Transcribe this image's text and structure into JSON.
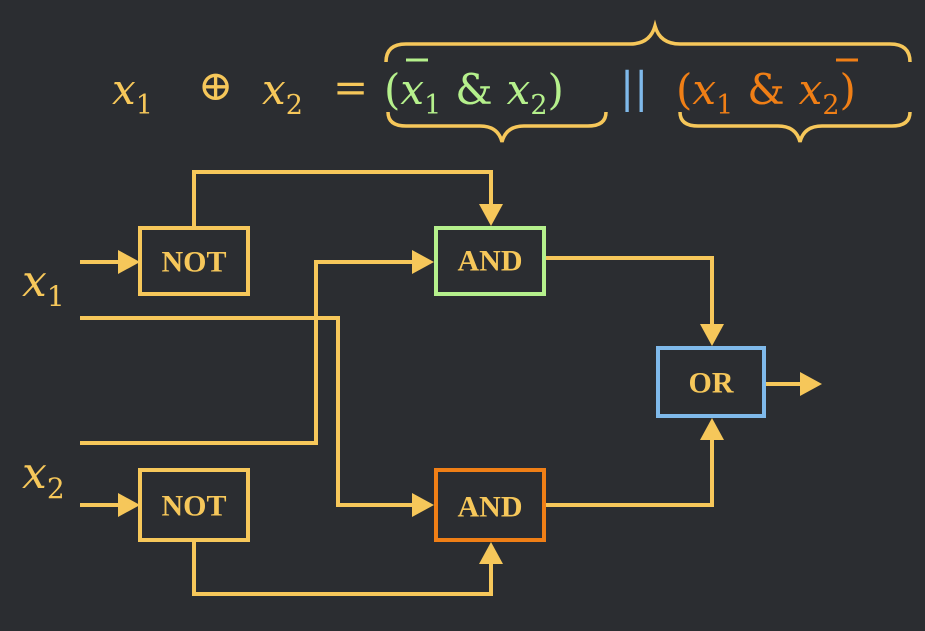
{
  "equation": {
    "lhs_x1_var": "x",
    "lhs_x1_sub": "1",
    "xor_symbol": "⊕",
    "lhs_x2_var": "x",
    "lhs_x2_sub": "2",
    "equals": "=",
    "term1": {
      "open": "(",
      "var_a": "x",
      "sub_a": "1",
      "amp": "&",
      "var_b": "x",
      "sub_b": "2",
      "close": ")"
    },
    "or_symbol": "||",
    "term2": {
      "open": "(",
      "var_a": "x",
      "sub_a": "1",
      "amp": "&",
      "var_b": "x",
      "sub_b": "2",
      "close": ")"
    }
  },
  "inputs": {
    "x1": {
      "var": "x",
      "sub": "1"
    },
    "x2": {
      "var": "x",
      "sub": "2"
    }
  },
  "gates": {
    "not_top": "NOT",
    "not_bottom": "NOT",
    "and_top": "AND",
    "and_bottom": "AND",
    "or": "OR"
  },
  "colors": {
    "background": "#2b2d31",
    "wire": "#f6c75a",
    "and_top": "#b5f08c",
    "and_bottom": "#f07f16",
    "or": "#7fb9ea",
    "not": "#f6c75a"
  }
}
